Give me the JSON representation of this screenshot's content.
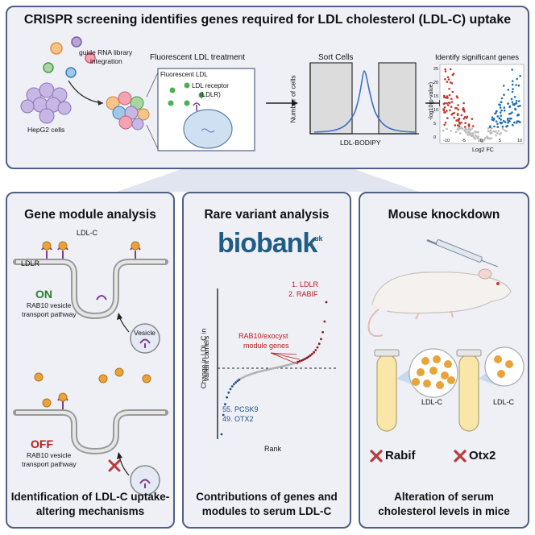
{
  "colors": {
    "panel_bg": "#eef0f6",
    "panel_border": "#4f5f86",
    "on": "#2e7d32",
    "off": "#b71c1c",
    "ldl": "#e8a43a",
    "receptor": "#7b3f8c",
    "red_points": "#c0392b",
    "blue_points": "#1f6fb2",
    "biobank_blue": "#1f5c86"
  },
  "header": {
    "title": "CRISPR screening identifies genes required for LDL cholesterol (LDL-C) uptake",
    "hepg2": "HepG2 cells",
    "guide_rna": [
      "guide RNA library",
      "integration"
    ],
    "fluor_title": "Fluorescent LDL treatment",
    "fluor_ldl": "Fluorescent LDL",
    "ldl_receptor": [
      "LDL receptor",
      "(LDLR)"
    ],
    "sort_title": "Sort Cells",
    "sort_ylabel": "Number of cells",
    "sort_xlabel": "LDL-BODIPY",
    "identify_title": "Identify significant genes",
    "volcano_ylabel": "-log10(p-value)",
    "volcano_xlabel": "Log2 FC",
    "volcano_xticks": [
      "-10",
      "-5",
      "0",
      "5",
      "10"
    ],
    "volcano_yticks": [
      "0",
      "5",
      "10",
      "15",
      "20",
      "25"
    ]
  },
  "panel_left": {
    "title": "Gene module analysis",
    "ldlc": "LDL-C",
    "ldlr": "LDLR",
    "on_label": "ON",
    "on_caption": [
      "RAB10 vesicle",
      "transport pathway"
    ],
    "vesicle": "Vesicle",
    "off_label": "OFF",
    "off_caption": [
      "RAB10 vesicle",
      "transport pathway"
    ],
    "bottom": [
      "Identification of LDL-C uptake-",
      "altering mechanisms"
    ]
  },
  "panel_mid": {
    "title": "Rare variant analysis",
    "logo": "biobank",
    "logo_sup": "uk",
    "ylabel": [
      "Change in LDL-C in",
      "variant carriers"
    ],
    "xlabel": "Rank",
    "top_genes": [
      "1. LDLR",
      "2. RABIF"
    ],
    "module_label": [
      "RAB10/exocyst",
      "module genes"
    ],
    "bottom_genes": [
      "55. PCSK9",
      "49. OTX2"
    ],
    "bottom": [
      "Contributions of genes and",
      "modules to serum LDL-C"
    ]
  },
  "panel_right": {
    "title": "Mouse knockdown",
    "ldlc_left": "LDL-C",
    "ldlc_right": "LDL-C",
    "ko_left": "Rabif",
    "ko_right": "Otx2",
    "bottom": [
      "Alteration of serum",
      "cholesterol levels in mice"
    ]
  }
}
